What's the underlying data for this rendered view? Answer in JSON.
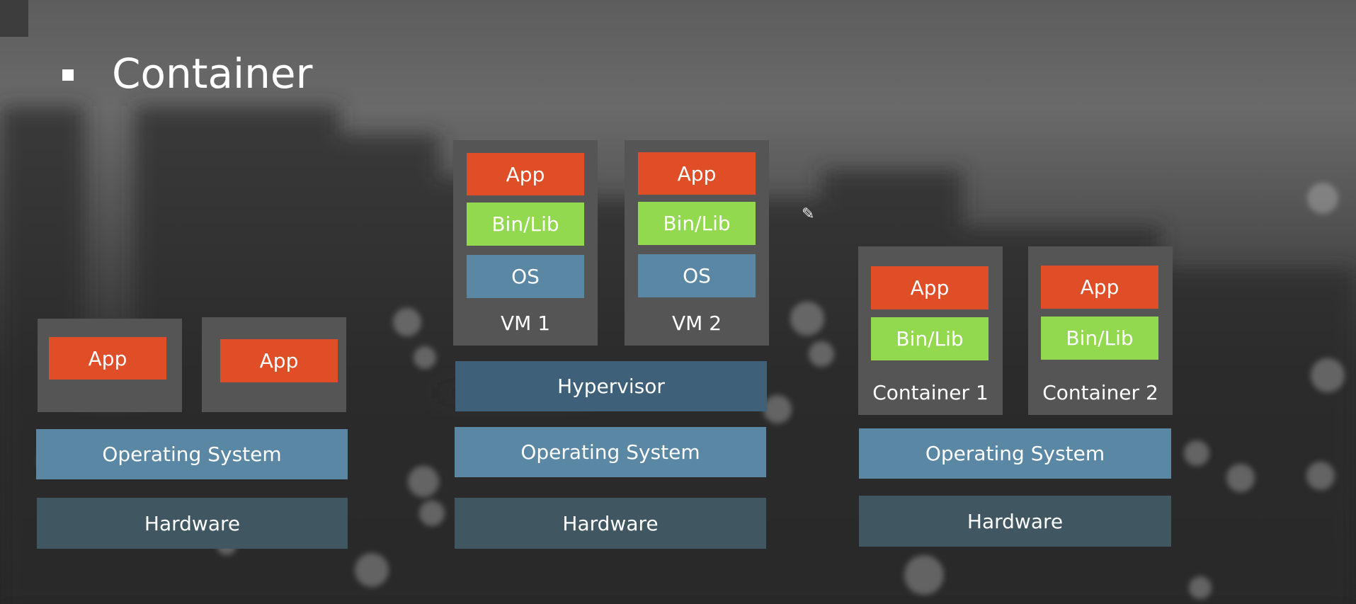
{
  "slide": {
    "title": "Container"
  },
  "stacks": {
    "traditional": {
      "apps": [
        "App",
        "App"
      ],
      "os": "Operating System",
      "hardware": "Hardware"
    },
    "virtualization": {
      "vms": [
        {
          "app": "App",
          "bin": "Bin/Lib",
          "os": "OS",
          "name": "VM 1"
        },
        {
          "app": "App",
          "bin": "Bin/Lib",
          "os": "OS",
          "name": "VM 2"
        }
      ],
      "hypervisor": "Hypervisor",
      "os": "Operating System",
      "hardware": "Hardware"
    },
    "containers": {
      "items": [
        {
          "app": "App",
          "bin": "Bin/Lib",
          "name": "Container 1"
        },
        {
          "app": "App",
          "bin": "Bin/Lib",
          "name": "Container 2"
        }
      ],
      "os": "Operating System",
      "hardware": "Hardware"
    }
  }
}
